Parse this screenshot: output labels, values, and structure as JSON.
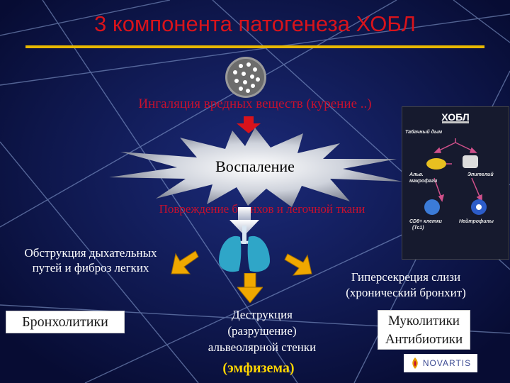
{
  "slide": {
    "title": "3 компонента патогенеза ХОБЛ",
    "inhalation": "Ингаляция вредных веществ (курение ..)",
    "inflammation": "Воспаление",
    "damage": "Повреждение бронхов и легочной ткани",
    "obstruction_line1": "Обструкция дыхательных",
    "obstruction_line2": "путей и фиброз легких",
    "hypersecretion_line1": "Гиперсекреция слизи",
    "hypersecretion_line2": "(хронический бронхит)",
    "destruction_line1": "Деструкция",
    "destruction_line2": "(разрушение)",
    "destruction_line3": "альвеолярной стенки",
    "emphysema": "(эмфизема)",
    "bronchodilators": "Бронхолитики",
    "mucolytics": "Муколитики",
    "antibiotics": "Антибиотики",
    "logo": "NOVARTIS"
  },
  "inset": {
    "title": "ХОБЛ",
    "smoke": "Табачный дым",
    "macrophage_line1": "Альв.",
    "macrophage_line2": "макрофаги",
    "epithelium": "Эпителий",
    "cd8_line1": "CD8+ клетки",
    "cd8_line2": "(Tc1)",
    "neutrophils": "Нейтрофилы"
  },
  "colors": {
    "background": "#0a1240",
    "title_red": "#d8131b",
    "accent_yellow": "#e8b800",
    "emphysema_yellow": "#ffd400",
    "arrow_orange": "#f0a800"
  }
}
